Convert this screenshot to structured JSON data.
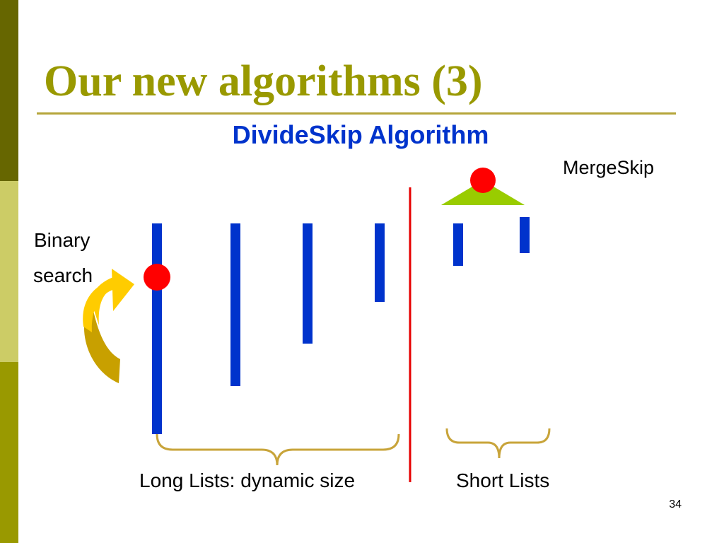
{
  "slide": {
    "title": "Our new algorithms (3)",
    "subtitle": "DivideSkip Algorithm",
    "page_number": "34"
  },
  "labels": {
    "mergeskip": "MergeSkip",
    "binary": "Binary",
    "search": "search",
    "long_lists": "Long Lists: dynamic size",
    "short_lists": "Short Lists"
  },
  "colors": {
    "bar": "#0033cc",
    "divider": "#e60000",
    "dot": "#ff0000",
    "triangle": "#99cc00",
    "brace": "#c8a43a",
    "arrow_top": "#ffcc00",
    "arrow_bottom": "#c8a000",
    "title": "#999900"
  }
}
